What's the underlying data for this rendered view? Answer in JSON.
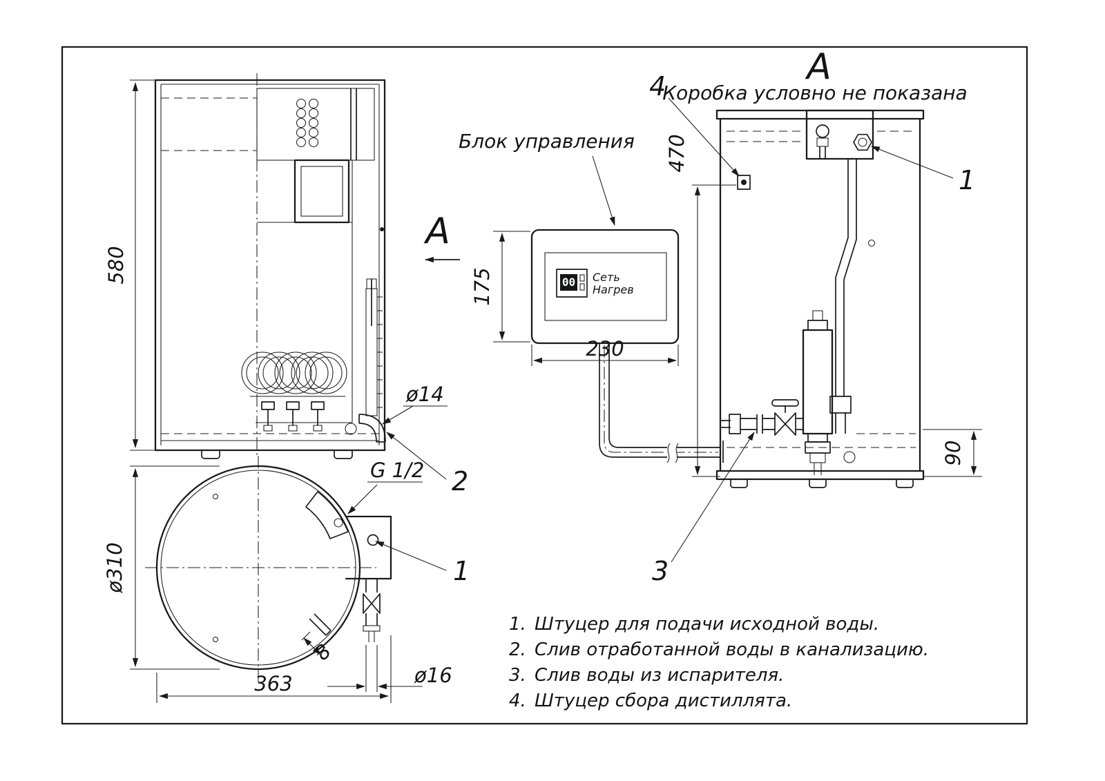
{
  "sheet": {
    "colors": {
      "ink": "#1a1a1a",
      "paper": "#ffffff"
    },
    "section_label": "A",
    "view_label": "A",
    "view_caption": "Коробка условно не показана",
    "control_unit_label": "Блок управления",
    "panel": {
      "digits": "00",
      "net_label": "Сеть",
      "heat_label": "Нагрев"
    },
    "thread_label": "G 1/2",
    "dims": {
      "height": "580",
      "diameter": "ø310",
      "width": "363",
      "offset8": "8",
      "drain_d": "ø16",
      "outlet_d": "ø14",
      "panel_h": "175",
      "panel_w": "230",
      "fitting_h": "470",
      "drain_h": "90"
    },
    "callouts": {
      "n1": "1",
      "n2": "2",
      "n3": "3",
      "n4": "4"
    },
    "legend": [
      {
        "num": "1.",
        "text": "Штуцер для подачи исходной воды."
      },
      {
        "num": "2.",
        "text": "Слив отработанной воды в канализацию."
      },
      {
        "num": "3.",
        "text": "Слив воды из испарителя."
      },
      {
        "num": "4.",
        "text": "Штуцер сбора дистиллята."
      }
    ]
  }
}
